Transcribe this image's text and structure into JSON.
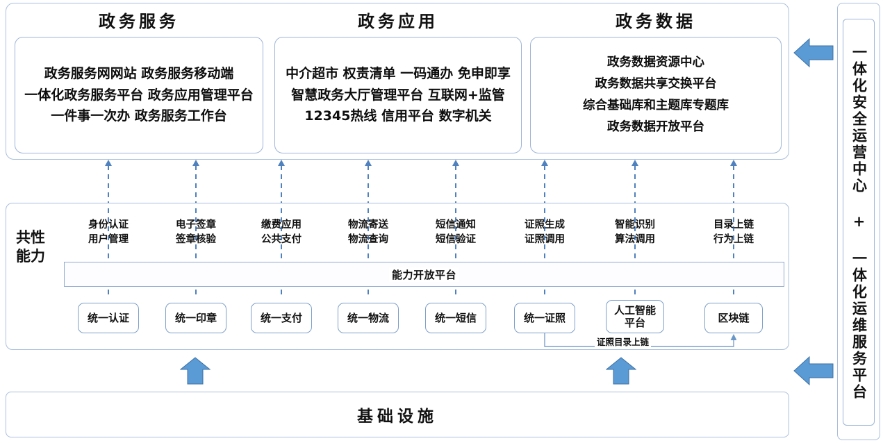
{
  "top": {
    "columns": [
      {
        "title": "政务服务",
        "lines": [
          "政务服务网网站 政务服务移动端",
          "一体化政务服务平台 政务应用管理平台",
          "一件事一次办 政务服务工作台"
        ]
      },
      {
        "title": "政务应用",
        "lines": [
          "中介超市 权责清单 一码通办 免申即享",
          "智慧政务大厅管理平台 互联网+监管",
          "12345热线 信用平台 数字机关"
        ]
      },
      {
        "title": "政务数据",
        "lines": [
          "政务数据资源中心",
          "政务数据共享交换平台",
          "综合基础库和主题库专题库",
          "政务数据开放平台"
        ]
      }
    ]
  },
  "middle": {
    "label": "共性能力",
    "open_platform": "能力开放平台",
    "chain_link_label": "证照目录上链",
    "capabilities": [
      {
        "head": [
          "身份认证",
          "用户管理"
        ],
        "box": [
          "统一认证"
        ]
      },
      {
        "head": [
          "电子签章",
          "签章核验"
        ],
        "box": [
          "统一印章"
        ]
      },
      {
        "head": [
          "缴费应用",
          "公共支付"
        ],
        "box": [
          "统一支付"
        ]
      },
      {
        "head": [
          "物流寄送",
          "物流查询"
        ],
        "box": [
          "统一物流"
        ]
      },
      {
        "head": [
          "短信通知",
          "短信验证"
        ],
        "box": [
          "统一短信"
        ]
      },
      {
        "head": [
          "证照生成",
          "证照调用"
        ],
        "box": [
          "统一证照"
        ]
      },
      {
        "head": [
          "智能识别",
          "算法调用"
        ],
        "box": [
          "人工智能",
          "平台"
        ]
      },
      {
        "head": [
          "目录上链",
          "行为上链"
        ],
        "box": [
          "区块链"
        ]
      }
    ]
  },
  "bottom": {
    "title": "基础设施"
  },
  "side": {
    "text": "一体化安全运营中心 + 一体化运维服务平台"
  },
  "colors": {
    "accent": "#4e81bd",
    "panel_border": "#9db4d6",
    "outer_border": "#a9bedc",
    "text": "#111111"
  }
}
